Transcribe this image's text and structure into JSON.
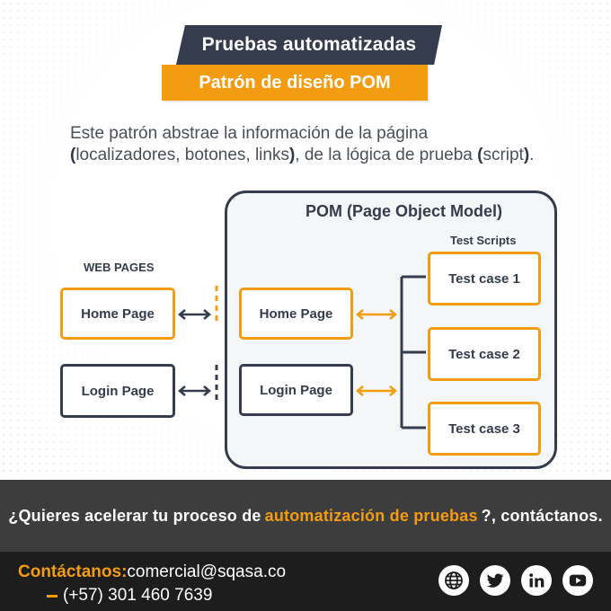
{
  "header": {
    "title": "Pruebas automatizadas",
    "subtitle": "Patrón de diseño POM"
  },
  "intro": {
    "line1": "Este patrón abstrae la información de la página",
    "paren_open_1": "(",
    "segment_a": "localizadores, botones, links",
    "paren_close_1": ")",
    "segment_b": ", de la lógica de prueba ",
    "paren_open_2": "(",
    "segment_c": "script",
    "paren_close_2": ")",
    "period": "."
  },
  "diagram": {
    "web_pages_label": "WEB PAGES",
    "pom_title": "POM (Page Object Model)",
    "test_scripts_label": "Test Scripts",
    "web_home": "Home Page",
    "web_login": "Login Page",
    "pom_home": "Home Page",
    "pom_login": "Login Page",
    "test_cases": [
      "Test case 1",
      "Test case 2",
      "Test case 3"
    ],
    "colors": {
      "orange": "#f39c12",
      "dark": "#343c4d"
    }
  },
  "cta": {
    "before": "¿Quieres acelerar tu proceso de",
    "highlight": "automatización de pruebas",
    "after": "?, contáctanos."
  },
  "footer": {
    "contact_label": "Contáctanos:",
    "email": "comercial@sqasa.co",
    "phone": "(+57) 301 460 7639",
    "social_icons": [
      "globe-icon",
      "twitter-icon",
      "linkedin-icon",
      "youtube-icon"
    ]
  }
}
